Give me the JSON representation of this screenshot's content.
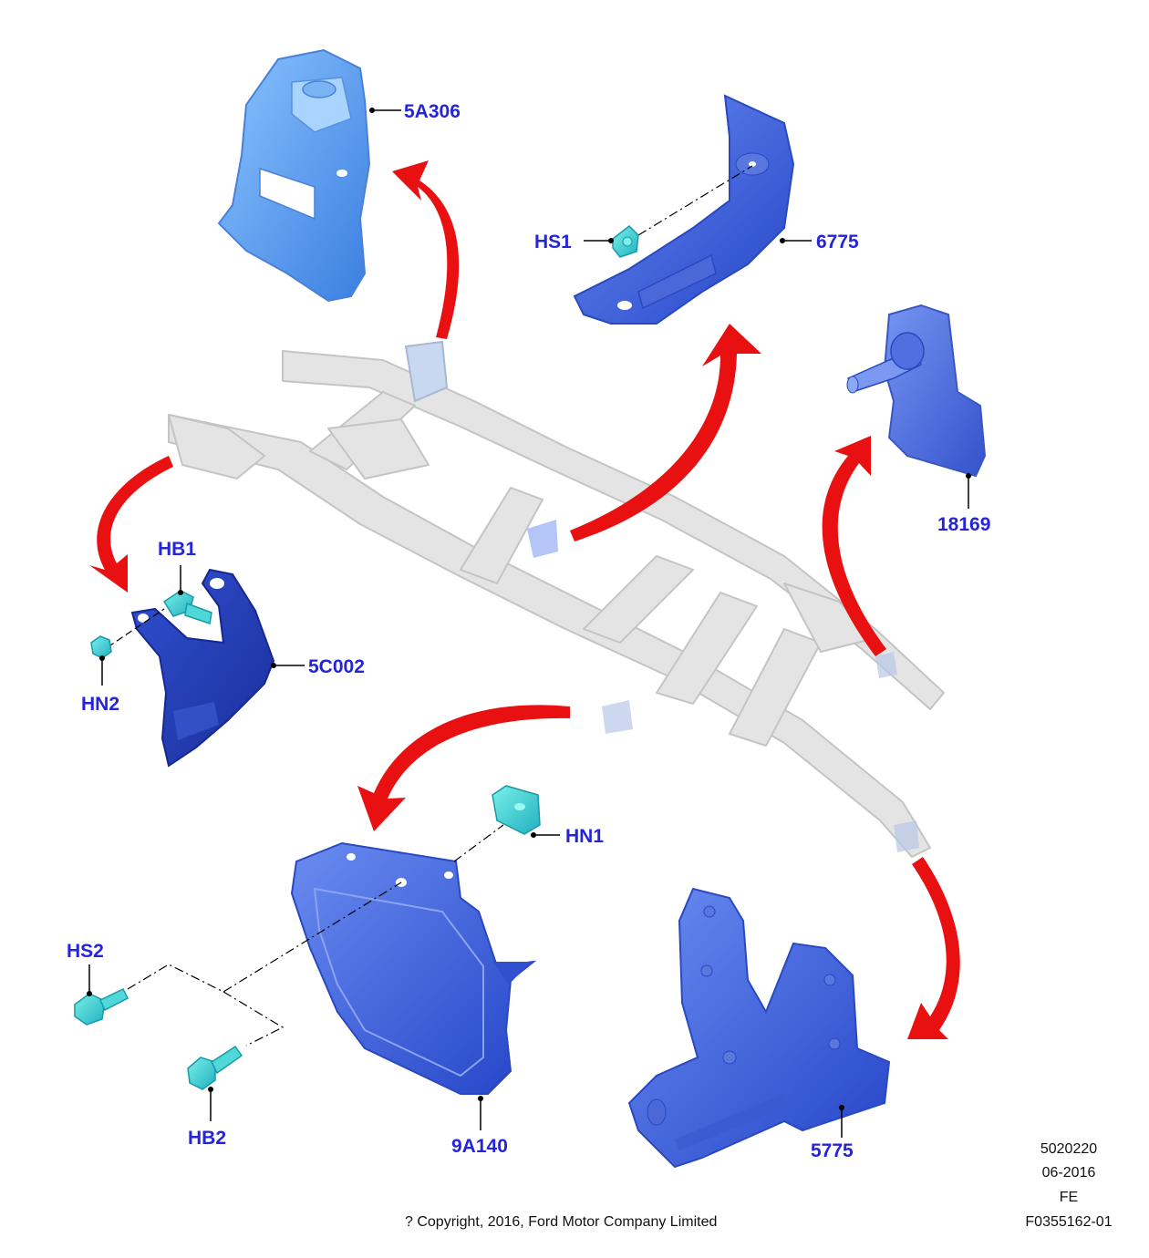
{
  "parts": {
    "p5A306": "5A306",
    "p6775": "6775",
    "HS1": "HS1",
    "p18169": "18169",
    "HB1": "HB1",
    "p5C002": "5C002",
    "HN2": "HN2",
    "HN1": "HN1",
    "HS2": "HS2",
    "HB2": "HB2",
    "p9A140": "9A140",
    "p5775": "5775"
  },
  "info": {
    "code": "5020220",
    "date": "06-2016",
    "region": "FE",
    "figure": "F0355162-01",
    "copyright": "? Copyright, 2016, Ford Motor Company Limited"
  },
  "colors": {
    "part_blue": "#3c5ee0",
    "light_blue": "#5aa0f0",
    "fastener_cyan": "#40d0d0",
    "arrow_red": "#e81010",
    "frame_gray": "#d8d8d8",
    "label_blue": "#2424d8"
  }
}
